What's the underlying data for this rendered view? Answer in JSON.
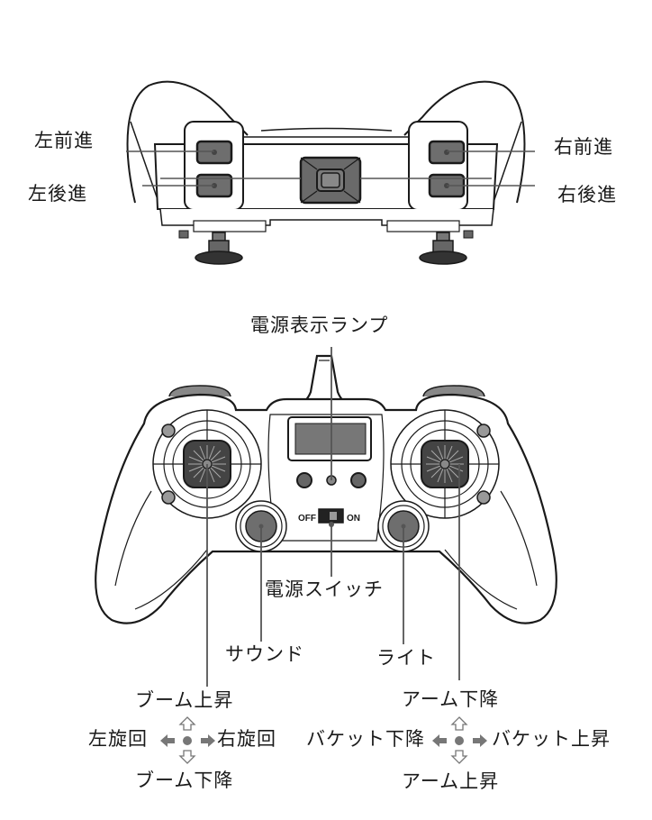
{
  "top_view": {
    "labels": {
      "left_forward": "左前進",
      "left_backward": "左後進",
      "right_forward": "右前進",
      "right_backward": "右後進"
    }
  },
  "front_view": {
    "labels": {
      "power_lamp": "電源表示ランプ",
      "power_switch": "電源スイッチ",
      "sound": "サウンド",
      "light": "ライト"
    },
    "switch": {
      "off_label": "OFF",
      "on_label": "ON"
    }
  },
  "left_stick": {
    "up": "ブーム上昇",
    "down": "ブーム下降",
    "left": "左旋回",
    "right": "右旋回"
  },
  "right_stick": {
    "up": "アーム下降",
    "down": "アーム上昇",
    "left": "バケット下降",
    "right": "バケット上昇"
  },
  "colors": {
    "outline": "#1a1a1a",
    "button_gray": "#6e6e6e",
    "leader_line": "#555555",
    "arrow_gray": "#777777"
  }
}
